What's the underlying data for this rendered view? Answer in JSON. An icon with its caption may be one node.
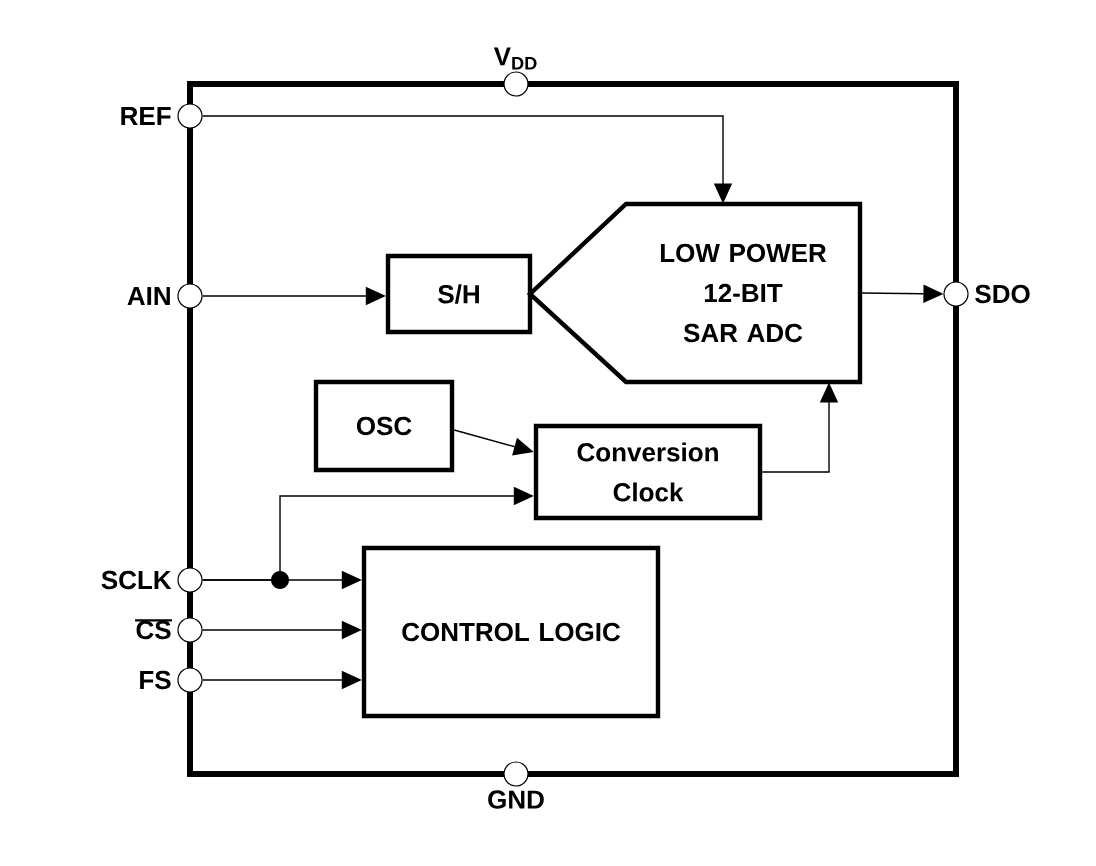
{
  "diagram": {
    "nodes": [
      {
        "text": [],
        "shape": "circle",
        "beside": [
          "V$_{DD}$"
        ]
      },
      {
        "text": [],
        "shape": "circle",
        "beside": [
          "REF"
        ]
      },
      {
        "text": [],
        "shape": "circle",
        "beside": [
          "AIN"
        ]
      },
      {
        "text": [],
        "shape": "circle",
        "beside": [
          "SDO"
        ]
      },
      {
        "text": [],
        "shape": "circle",
        "beside": [
          "SCLK"
        ]
      },
      {
        "text": [],
        "shape": "circle",
        "beside": [
          "CS"
        ]
      },
      {
        "text": [],
        "shape": "circle",
        "beside": [
          "FS"
        ]
      },
      {
        "text": [],
        "shape": "circle",
        "beside": [
          "GND"
        ]
      },
      {
        "text": [
          "S/H"
        ]
      },
      {
        "text": [
          "LOW POWER 12-BIT SAR ADC"
        ]
      },
      {
        "text": [
          "OSC"
        ]
      },
      {
        "text": [
          "Conversion Clock"
        ]
      },
      {
        "text": [
          "CONTROL LOGIC"
        ]
      }
    ],
    "edges": [
      {
        "from": 1,
        "to": 9,
        "arrow": "to"
      },
      {
        "from": 2,
        "to": 8,
        "arrow": "to"
      },
      {
        "from": 9,
        "to": 3,
        "arrow": "to"
      },
      {
        "from": 10,
        "to": 11,
        "arrow": "to"
      },
      {
        "from": 4,
        "to": 11,
        "arrow": "to"
      },
      {
        "from": 4,
        "to": 12,
        "arrow": "to"
      },
      {
        "from": 5,
        "to": 12,
        "arrow": "to"
      },
      {
        "from": 6,
        "to": 12,
        "arrow": "to"
      },
      {
        "from": 11,
        "to": 9,
        "arrow": "to"
      }
    ]
  }
}
